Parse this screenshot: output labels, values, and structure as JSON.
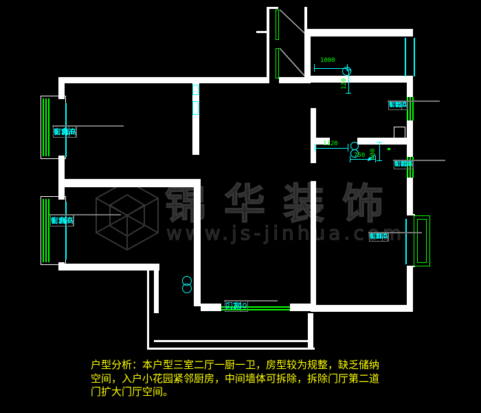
{
  "colors": {
    "background": "#000000",
    "wall_white": "#ffffff",
    "window_green": "#00ff00",
    "annotation_cyan": "#00ffff",
    "dimension_green": "#00ff00",
    "analysis_yellow": "#ffff00",
    "table_border_gray": "#787878",
    "watermark_gray": "#343434"
  },
  "window_labels": {
    "top_left": {
      "sill_label": "窗台高",
      "sill_value": "0.560",
      "height_label": "窗高",
      "height_value": "1.360"
    },
    "mid_left": {
      "sill_label": "窗台高",
      "sill_value": "0.560",
      "height_label": "窗高",
      "height_value": "1.360"
    },
    "top_right": {
      "sill_label": "窗台高",
      "sill_value": "0.920",
      "height_label": "窗高",
      "height_value": "1.450"
    },
    "mid_right": {
      "sill_label": "窗台高",
      "sill_value": "0.920",
      "height_label": "窗高",
      "height_value": "1.450"
    },
    "bottom_right": {
      "sill_label": "窗台高",
      "sill_value": "0.560",
      "height_label": "窗高",
      "height_value": "1.360"
    }
  },
  "door_label": {
    "label": "门宽",
    "value": "2.340"
  },
  "dims": {
    "entry_width": "1000",
    "entry_offset": "120",
    "kitchen_width": "1120",
    "counter_width": "750",
    "counter_depth": "400"
  },
  "watermark": {
    "brand": "锦华装饰",
    "website": "www.js-jinhua.com"
  },
  "analysis": {
    "line1": "户型分析：本户型三室二厅一厨一卫，房型较为规整，缺乏储纳",
    "line2": "空间，入户小花园紧邻厨房，中间墙体可拆除，拆除门厅第二道",
    "line3": "门扩大门厅空间。"
  }
}
